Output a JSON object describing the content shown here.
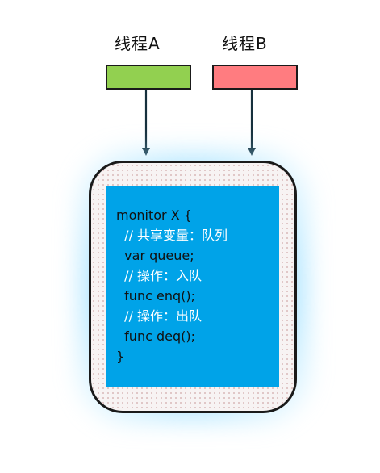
{
  "threads": [
    {
      "label": "线程A",
      "color": "#92d050"
    },
    {
      "label": "线程B",
      "color": "#ff7c80"
    }
  ],
  "monitor": {
    "lines": [
      {
        "text": "monitor X {",
        "kind": "code"
      },
      {
        "text": "  // 共享变量：队列",
        "kind": "comment"
      },
      {
        "text": "  var queue;",
        "kind": "code"
      },
      {
        "text": "  // 操作：入队",
        "kind": "comment"
      },
      {
        "text": "  func enq();",
        "kind": "code"
      },
      {
        "text": "  // 操作：出队",
        "kind": "comment"
      },
      {
        "text": "  func deq();",
        "kind": "code"
      },
      {
        "text": "}",
        "kind": "code"
      }
    ],
    "panel_color": "#00a3e8",
    "comment_color": "#ffffff"
  }
}
